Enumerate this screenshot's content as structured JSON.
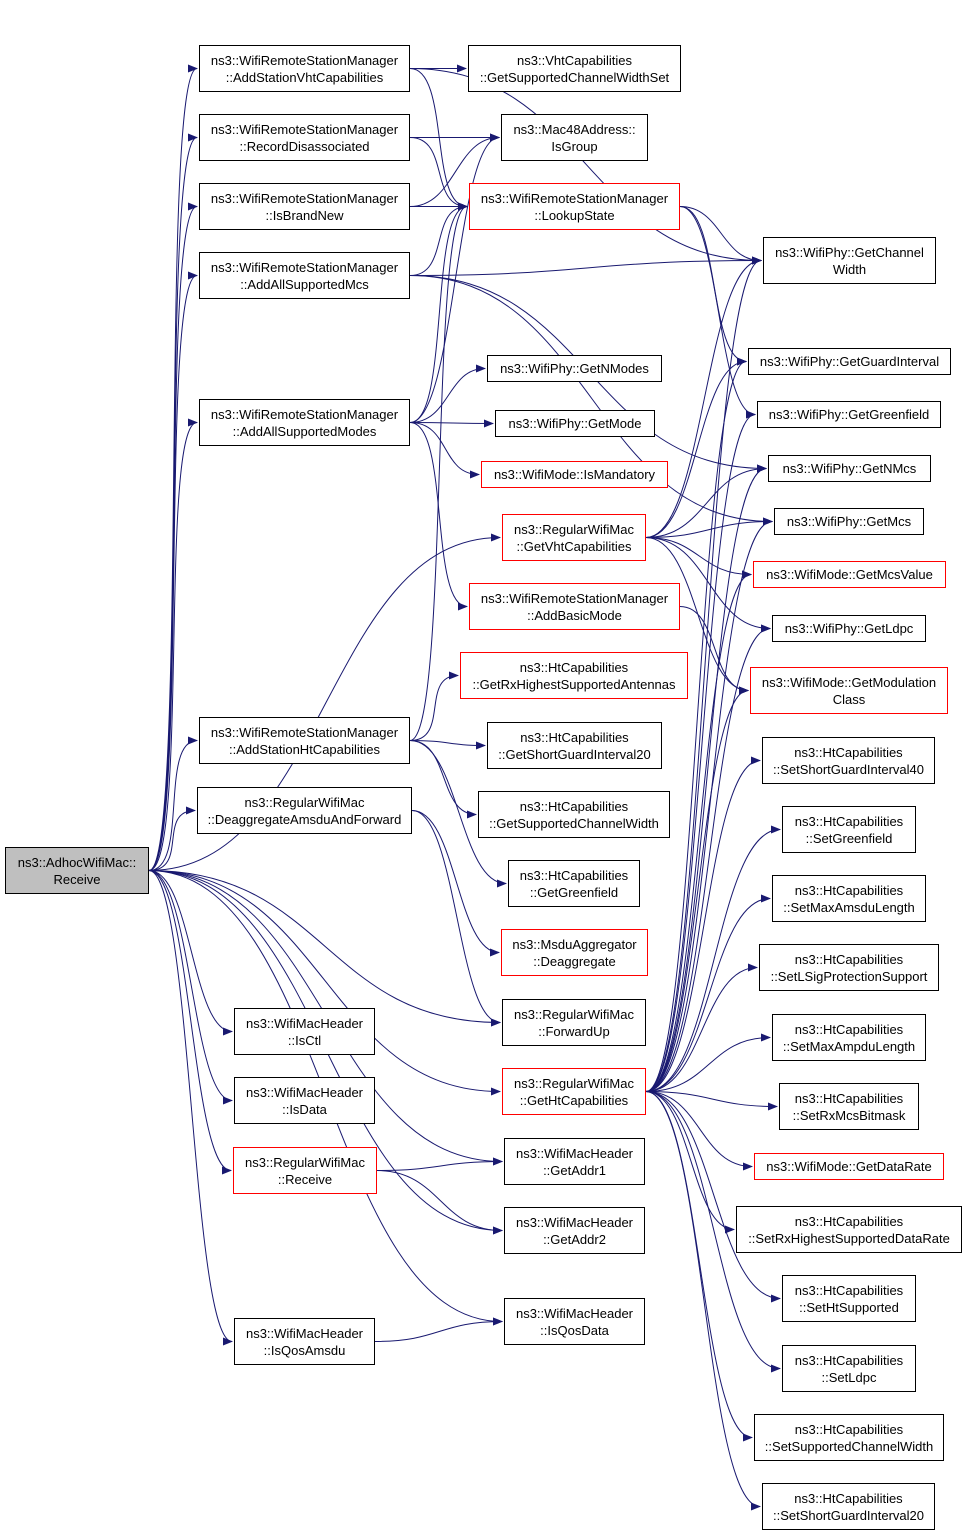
{
  "diagram": {
    "colors": {
      "edge": "#191970",
      "node_border": "#000000",
      "truncated_border": "#ff0000",
      "root_fill": "#bfbfbf",
      "background": "#ffffff"
    },
    "nodes": [
      {
        "id": "root",
        "lines": [
          "ns3::AdhocWifiMac::",
          "Receive"
        ],
        "kind": "root"
      },
      {
        "id": "addvht",
        "lines": [
          "ns3::WifiRemoteStationManager",
          "::AddStationVhtCapabilities"
        ],
        "kind": "normal"
      },
      {
        "id": "recdis",
        "lines": [
          "ns3::WifiRemoteStationManager",
          "::RecordDisassociated"
        ],
        "kind": "normal"
      },
      {
        "id": "isbrand",
        "lines": [
          "ns3::WifiRemoteStationManager",
          "::IsBrandNew"
        ],
        "kind": "normal"
      },
      {
        "id": "addmcs",
        "lines": [
          "ns3::WifiRemoteStationManager",
          "::AddAllSupportedMcs"
        ],
        "kind": "normal"
      },
      {
        "id": "addmodes",
        "lines": [
          "ns3::WifiRemoteStationManager",
          "::AddAllSupportedModes"
        ],
        "kind": "normal"
      },
      {
        "id": "addht",
        "lines": [
          "ns3::WifiRemoteStationManager",
          "::AddStationHtCapabilities"
        ],
        "kind": "normal"
      },
      {
        "id": "deagg",
        "lines": [
          "ns3::RegularWifiMac",
          "::DeaggregateAmsduAndForward"
        ],
        "kind": "normal"
      },
      {
        "id": "isctl",
        "lines": [
          "ns3::WifiMacHeader",
          "::IsCtl"
        ],
        "kind": "normal"
      },
      {
        "id": "isdata",
        "lines": [
          "ns3::WifiMacHeader",
          "::IsData"
        ],
        "kind": "normal"
      },
      {
        "id": "rwmrecv",
        "lines": [
          "ns3::RegularWifiMac",
          "::Receive"
        ],
        "kind": "truncated"
      },
      {
        "id": "isqosamsdu",
        "lines": [
          "ns3::WifiMacHeader",
          "::IsQosAmsdu"
        ],
        "kind": "normal"
      },
      {
        "id": "vhtcap",
        "lines": [
          "ns3::VhtCapabilities",
          "::GetSupportedChannelWidthSet"
        ],
        "kind": "normal"
      },
      {
        "id": "isgroup",
        "lines": [
          "ns3::Mac48Address::",
          "IsGroup"
        ],
        "kind": "normal"
      },
      {
        "id": "lookup",
        "lines": [
          "ns3::WifiRemoteStationManager",
          "::LookupState"
        ],
        "kind": "truncated"
      },
      {
        "id": "getnmodes",
        "lines": [
          "ns3::WifiPhy::GetNModes"
        ],
        "kind": "normal"
      },
      {
        "id": "getmode",
        "lines": [
          "ns3::WifiPhy::GetMode"
        ],
        "kind": "normal"
      },
      {
        "id": "ismand",
        "lines": [
          "ns3::WifiMode::IsMandatory"
        ],
        "kind": "truncated"
      },
      {
        "id": "getvhtcap",
        "lines": [
          "ns3::RegularWifiMac",
          "::GetVhtCapabilities"
        ],
        "kind": "truncated"
      },
      {
        "id": "addbasic",
        "lines": [
          "ns3::WifiRemoteStationManager",
          "::AddBasicMode"
        ],
        "kind": "truncated"
      },
      {
        "id": "getrxant",
        "lines": [
          "ns3::HtCapabilities",
          "::GetRxHighestSupportedAntennas"
        ],
        "kind": "truncated"
      },
      {
        "id": "getsgi20",
        "lines": [
          "ns3::HtCapabilities",
          "::GetShortGuardInterval20"
        ],
        "kind": "normal"
      },
      {
        "id": "getscw",
        "lines": [
          "ns3::HtCapabilities",
          "::GetSupportedChannelWidth"
        ],
        "kind": "normal"
      },
      {
        "id": "getgf",
        "lines": [
          "ns3::HtCapabilities",
          "::GetGreenfield"
        ],
        "kind": "normal"
      },
      {
        "id": "msdu",
        "lines": [
          "ns3::MsduAggregator",
          "::Deaggregate"
        ],
        "kind": "truncated"
      },
      {
        "id": "fwdup",
        "lines": [
          "ns3::RegularWifiMac",
          "::ForwardUp"
        ],
        "kind": "normal"
      },
      {
        "id": "gethtcap",
        "lines": [
          "ns3::RegularWifiMac",
          "::GetHtCapabilities"
        ],
        "kind": "truncated"
      },
      {
        "id": "addr1",
        "lines": [
          "ns3::WifiMacHeader",
          "::GetAddr1"
        ],
        "kind": "normal"
      },
      {
        "id": "addr2",
        "lines": [
          "ns3::WifiMacHeader",
          "::GetAddr2"
        ],
        "kind": "normal"
      },
      {
        "id": "isqos",
        "lines": [
          "ns3::WifiMacHeader",
          "::IsQosData"
        ],
        "kind": "normal"
      },
      {
        "id": "chw",
        "lines": [
          "ns3::WifiPhy::GetChannel",
          "Width"
        ],
        "kind": "normal"
      },
      {
        "id": "gi",
        "lines": [
          "ns3::WifiPhy::GetGuardInterval"
        ],
        "kind": "normal"
      },
      {
        "id": "gf",
        "lines": [
          "ns3::WifiPhy::GetGreenfield"
        ],
        "kind": "normal"
      },
      {
        "id": "nmcs",
        "lines": [
          "ns3::WifiPhy::GetNMcs"
        ],
        "kind": "normal"
      },
      {
        "id": "mcs",
        "lines": [
          "ns3::WifiPhy::GetMcs"
        ],
        "kind": "normal"
      },
      {
        "id": "mcsval",
        "lines": [
          "ns3::WifiMode::GetMcsValue"
        ],
        "kind": "truncated"
      },
      {
        "id": "ldpc",
        "lines": [
          "ns3::WifiPhy::GetLdpc"
        ],
        "kind": "normal"
      },
      {
        "id": "modcls",
        "lines": [
          "ns3::WifiMode::GetModulation",
          "Class"
        ],
        "kind": "truncated"
      },
      {
        "id": "ssgi40",
        "lines": [
          "ns3::HtCapabilities",
          "::SetShortGuardInterval40"
        ],
        "kind": "normal"
      },
      {
        "id": "sgf",
        "lines": [
          "ns3::HtCapabilities",
          "::SetGreenfield"
        ],
        "kind": "normal"
      },
      {
        "id": "smaxamsdu",
        "lines": [
          "ns3::HtCapabilities",
          "::SetMaxAmsduLength"
        ],
        "kind": "normal"
      },
      {
        "id": "slsig",
        "lines": [
          "ns3::HtCapabilities",
          "::SetLSigProtectionSupport"
        ],
        "kind": "normal"
      },
      {
        "id": "smaxampdu",
        "lines": [
          "ns3::HtCapabilities",
          "::SetMaxAmpduLength"
        ],
        "kind": "normal"
      },
      {
        "id": "srxmcs",
        "lines": [
          "ns3::HtCapabilities",
          "::SetRxMcsBitmask"
        ],
        "kind": "normal"
      },
      {
        "id": "datarate",
        "lines": [
          "ns3::WifiMode::GetDataRate"
        ],
        "kind": "truncated"
      },
      {
        "id": "srxhigh",
        "lines": [
          "ns3::HtCapabilities",
          "::SetRxHighestSupportedDataRate"
        ],
        "kind": "normal"
      },
      {
        "id": "shtsup",
        "lines": [
          "ns3::HtCapabilities",
          "::SetHtSupported"
        ],
        "kind": "normal"
      },
      {
        "id": "sldpc",
        "lines": [
          "ns3::HtCapabilities",
          "::SetLdpc"
        ],
        "kind": "normal"
      },
      {
        "id": "sscw",
        "lines": [
          "ns3::HtCapabilities",
          "::SetSupportedChannelWidth"
        ],
        "kind": "normal"
      },
      {
        "id": "ssgi20",
        "lines": [
          "ns3::HtCapabilities",
          "::SetShortGuardInterval20"
        ],
        "kind": "normal"
      }
    ],
    "edges": [
      [
        "root",
        "addvht"
      ],
      [
        "root",
        "recdis"
      ],
      [
        "root",
        "isbrand"
      ],
      [
        "root",
        "addmcs"
      ],
      [
        "root",
        "addmodes"
      ],
      [
        "root",
        "addht"
      ],
      [
        "root",
        "deagg"
      ],
      [
        "root",
        "isctl"
      ],
      [
        "root",
        "isdata"
      ],
      [
        "root",
        "rwmrecv"
      ],
      [
        "root",
        "isqosamsdu"
      ],
      [
        "root",
        "getvhtcap"
      ],
      [
        "root",
        "fwdup"
      ],
      [
        "root",
        "gethtcap"
      ],
      [
        "root",
        "addr1"
      ],
      [
        "root",
        "addr2"
      ],
      [
        "root",
        "isqos"
      ],
      [
        "addvht",
        "vhtcap"
      ],
      [
        "addvht",
        "lookup"
      ],
      [
        "addvht",
        "chw"
      ],
      [
        "recdis",
        "isgroup"
      ],
      [
        "recdis",
        "lookup"
      ],
      [
        "isbrand",
        "isgroup"
      ],
      [
        "isbrand",
        "lookup"
      ],
      [
        "addmcs",
        "lookup"
      ],
      [
        "addmcs",
        "chw"
      ],
      [
        "addmcs",
        "nmcs"
      ],
      [
        "addmcs",
        "mcs"
      ],
      [
        "addmodes",
        "isgroup"
      ],
      [
        "addmodes",
        "lookup"
      ],
      [
        "addmodes",
        "getnmodes"
      ],
      [
        "addmodes",
        "getmode"
      ],
      [
        "addmodes",
        "ismand"
      ],
      [
        "addmodes",
        "addbasic"
      ],
      [
        "addht",
        "lookup"
      ],
      [
        "addht",
        "getrxant"
      ],
      [
        "addht",
        "getsgi20"
      ],
      [
        "addht",
        "getscw"
      ],
      [
        "addht",
        "getgf"
      ],
      [
        "deagg",
        "msdu"
      ],
      [
        "deagg",
        "fwdup"
      ],
      [
        "rwmrecv",
        "addr1"
      ],
      [
        "rwmrecv",
        "addr2"
      ],
      [
        "isqosamsdu",
        "isqos"
      ],
      [
        "lookup",
        "chw"
      ],
      [
        "lookup",
        "gi"
      ],
      [
        "lookup",
        "gf"
      ],
      [
        "getvhtcap",
        "chw"
      ],
      [
        "getvhtcap",
        "gi"
      ],
      [
        "getvhtcap",
        "nmcs"
      ],
      [
        "getvhtcap",
        "mcs"
      ],
      [
        "getvhtcap",
        "mcsval"
      ],
      [
        "getvhtcap",
        "ldpc"
      ],
      [
        "getvhtcap",
        "modcls"
      ],
      [
        "addbasic",
        "modcls"
      ],
      [
        "gethtcap",
        "chw"
      ],
      [
        "gethtcap",
        "gi"
      ],
      [
        "gethtcap",
        "gf"
      ],
      [
        "gethtcap",
        "nmcs"
      ],
      [
        "gethtcap",
        "mcs"
      ],
      [
        "gethtcap",
        "mcsval"
      ],
      [
        "gethtcap",
        "ldpc"
      ],
      [
        "gethtcap",
        "modcls"
      ],
      [
        "gethtcap",
        "ssgi40"
      ],
      [
        "gethtcap",
        "sgf"
      ],
      [
        "gethtcap",
        "smaxamsdu"
      ],
      [
        "gethtcap",
        "slsig"
      ],
      [
        "gethtcap",
        "smaxampdu"
      ],
      [
        "gethtcap",
        "srxmcs"
      ],
      [
        "gethtcap",
        "datarate"
      ],
      [
        "gethtcap",
        "srxhigh"
      ],
      [
        "gethtcap",
        "shtsup"
      ],
      [
        "gethtcap",
        "sldpc"
      ],
      [
        "gethtcap",
        "sscw"
      ],
      [
        "gethtcap",
        "ssgi20"
      ]
    ]
  }
}
